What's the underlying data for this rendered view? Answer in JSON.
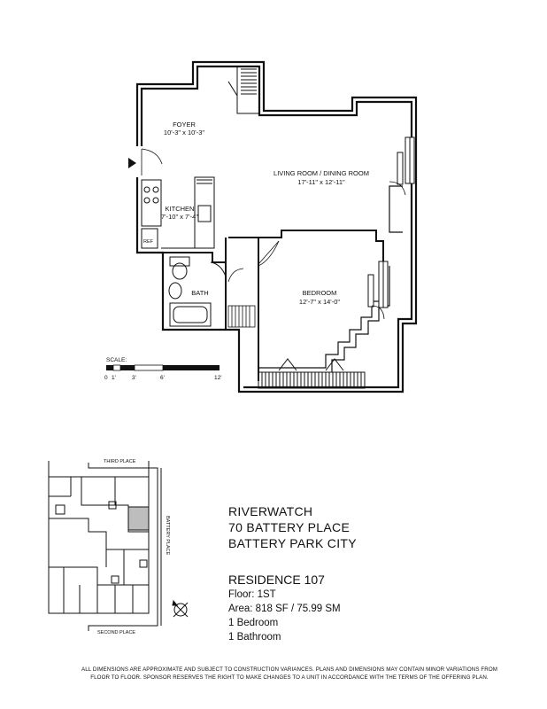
{
  "rooms": {
    "foyer": {
      "name": "FOYER",
      "dims": "10'-3\" x 10'-3\""
    },
    "living": {
      "name": "LIVING ROOM / DINING ROOM",
      "dims": "17'-11\" x 12'-11\""
    },
    "kitchen": {
      "name": "KITCHEN",
      "dims": "7'-10\" x 7'-4\""
    },
    "bath": {
      "name": "BATH"
    },
    "bedroom": {
      "name": "BEDROOM",
      "dims": "12'-7\" x 14'-0\""
    },
    "ref": "REF"
  },
  "scale": {
    "title": "SCALE:",
    "ticks": [
      "0",
      "1'",
      "3'",
      "6'",
      "12'"
    ]
  },
  "keyplan": {
    "top_street": "THIRD PLACE",
    "side_street": "BATTERY PLACE",
    "bottom_street": "SECOND PLACE"
  },
  "building": {
    "line1": "RIVERWATCH",
    "line2": "70 BATTERY PLACE",
    "line3": "BATTERY PARK CITY"
  },
  "residence": {
    "title": "RESIDENCE 107",
    "floor": "Floor:  1ST",
    "area": "Area: 818 SF / 75.99 SM",
    "bedrooms": "1 Bedroom",
    "bathrooms": "1 Bathroom"
  },
  "disclaimer": {
    "line1": "ALL DIMENSIONS ARE APPROXIMATE AND SUBJECT TO CONSTRUCTION VARIANCES.  PLANS AND DIMENSIONS MAY CONTAIN MINOR VARIATIONS FROM",
    "line2": "FLOOR TO FLOOR.  SPONSOR RESERVES THE RIGHT TO MAKE CHANGES TO A UNIT IN ACCORDANCE  WITH THE TERMS OF THE OFFERING PLAN."
  },
  "colors": {
    "wall": "#111111",
    "highlight": "#bdbdbd"
  }
}
